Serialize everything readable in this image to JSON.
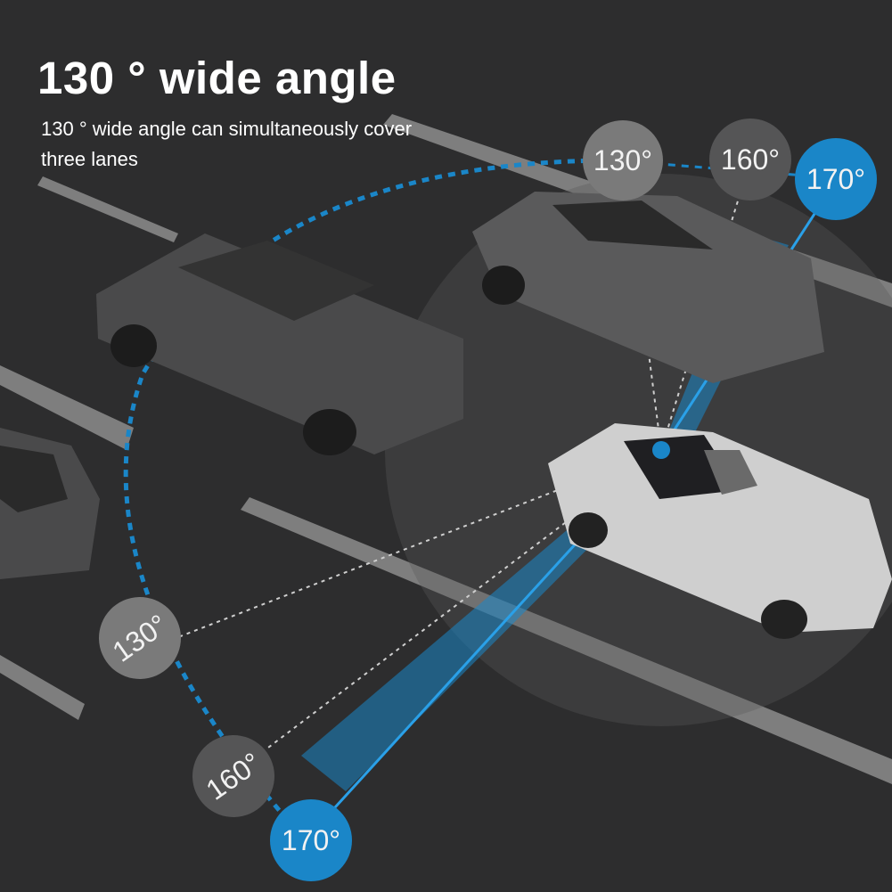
{
  "header": {
    "title": "130 ° wide angle",
    "subtitle": "130 ° wide angle can simultaneously cover three lanes"
  },
  "angle_markers": {
    "top": [
      {
        "label": "130°",
        "style": "gray"
      },
      {
        "label": "160°",
        "style": "dark"
      },
      {
        "label": "170°",
        "style": "blue"
      }
    ],
    "bottom": [
      {
        "label": "130°",
        "style": "gray"
      },
      {
        "label": "160°",
        "style": "dark"
      },
      {
        "label": "170°",
        "style": "blue"
      }
    ]
  },
  "colors": {
    "background": "#2d2d2e",
    "accent_blue": "#1a86c8",
    "lane_marking": "#b8b8b8",
    "marker_gray": "#7a7a7a",
    "marker_dark": "#555556"
  }
}
